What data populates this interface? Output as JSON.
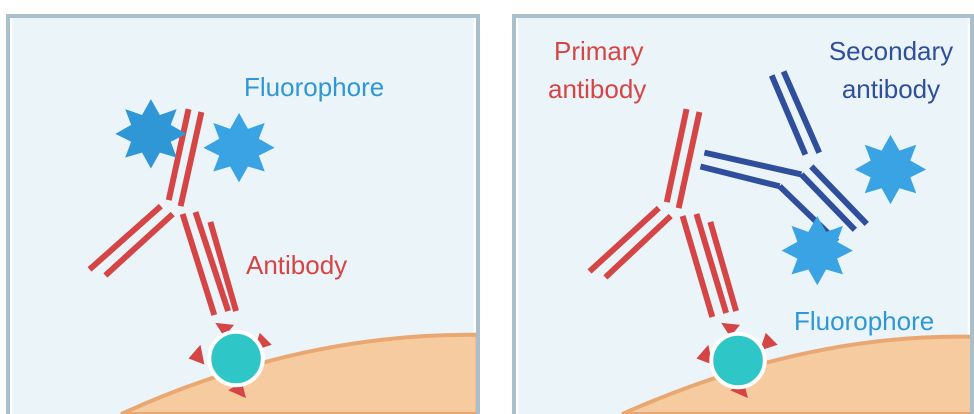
{
  "panels": [
    {
      "fluorophore_label": "Fluorophore",
      "antibody_label": "Antibody"
    },
    {
      "primary_label_line1": "Primary",
      "primary_label_line2": "antibody",
      "secondary_label_line1": "Secondary",
      "secondary_label_line2": "antibody",
      "fluorophore_label": "Fluorophore"
    }
  ],
  "colors": {
    "background": "#ebf4f9",
    "frame": "#a9bfcb",
    "cell": "#f7cba0",
    "cell_edge": "#e9a872",
    "antibody_primary": "#d64545",
    "antibody_secondary": "#2f4f9c",
    "fluorophore": "#2f97d6",
    "antigen": "#2ec6c6"
  },
  "icons": {
    "fluorophore": "starburst-icon",
    "antigen": "antigen-circle-icon"
  }
}
